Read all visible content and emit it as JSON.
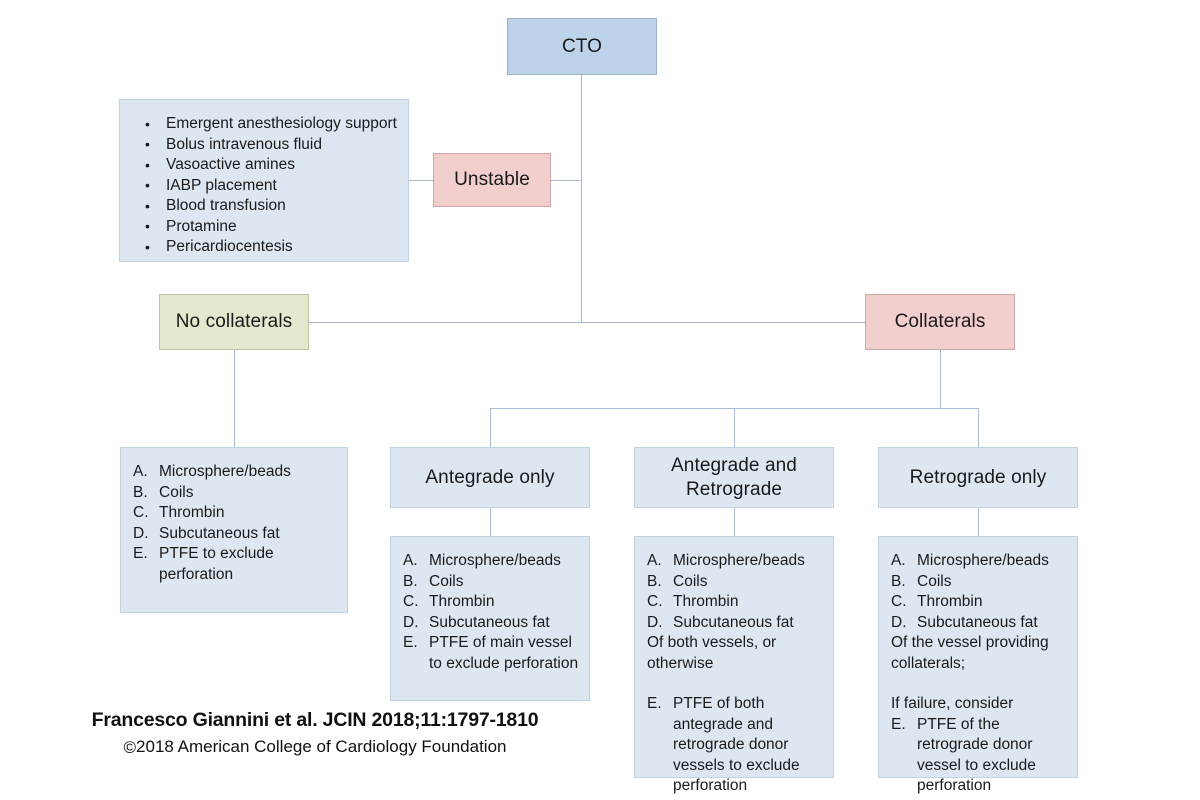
{
  "diagram": {
    "root": {
      "label": "CTO"
    },
    "unstable": {
      "label": "Unstable"
    },
    "unstable_actions": {
      "items": [
        "Emergent anesthesiology support",
        "Bolus intravenous fluid",
        "Vasoactive amines",
        "IABP placement",
        "Blood transfusion",
        "Protamine",
        "Pericardiocentesis"
      ]
    },
    "no_collaterals": {
      "label": "No collaterals"
    },
    "collaterals": {
      "label": "Collaterals"
    },
    "no_collaterals_options": {
      "rows": [
        {
          "key": "A.",
          "text": "Microsphere/beads"
        },
        {
          "key": "B.",
          "text": "Coils"
        },
        {
          "key": "C.",
          "text": "Thrombin"
        },
        {
          "key": "D.",
          "text": "Subcutaneous fat"
        },
        {
          "key": "E.",
          "text": "PTFE to exclude perforation"
        }
      ]
    },
    "antegrade_only": {
      "label": "Antegrade only"
    },
    "antegrade_and_retrograde": {
      "label": "Antegrade and Retrograde"
    },
    "retrograde_only": {
      "label": "Retrograde only"
    },
    "antegrade_only_options": {
      "rows": [
        {
          "key": "A.",
          "text": "Microsphere/beads"
        },
        {
          "key": "B.",
          "text": "Coils"
        },
        {
          "key": "C.",
          "text": "Thrombin"
        },
        {
          "key": "D.",
          "text": "Subcutaneous fat"
        },
        {
          "key": "E.",
          "text": "PTFE of main vessel to exclude perforation"
        }
      ]
    },
    "antegrade_and_retrograde_options": {
      "rows": [
        {
          "key": "A.",
          "text": "Microsphere/beads"
        },
        {
          "key": "B.",
          "text": "Coils"
        },
        {
          "key": "C.",
          "text": "Thrombin"
        },
        {
          "key": "D.",
          "text": "Subcutaneous fat"
        }
      ],
      "note": "Of both vessels, or otherwise",
      "extra_rows": [
        {
          "key": "E.",
          "text": "PTFE of both antegrade and retrograde donor vessels to exclude perforation"
        }
      ]
    },
    "retrograde_only_options": {
      "rows": [
        {
          "key": "A.",
          "text": "Microsphere/beads"
        },
        {
          "key": "B.",
          "text": "Coils"
        },
        {
          "key": "C.",
          "text": "Thrombin"
        },
        {
          "key": "D.",
          "text": "Subcutaneous fat"
        }
      ],
      "note": "Of the vessel providing collaterals;",
      "condition": "If failure, consider",
      "extra_rows": [
        {
          "key": "E.",
          "text": "PTFE of the retrograde donor vessel to exclude perforation"
        }
      ]
    }
  },
  "citation": {
    "reference": "Francesco Giannini et al. JCIN 2018;11:1797-1810",
    "copyright_symbol": "©",
    "copyright": "2018 American College of Cardiology Foundation"
  },
  "colors": {
    "node_blue": "#bdd3e9",
    "panel_blue": "#dce7f2",
    "node_pink": "#f2cfcc",
    "node_green": "#e3e9cf",
    "connector": "#a9bcd4"
  }
}
